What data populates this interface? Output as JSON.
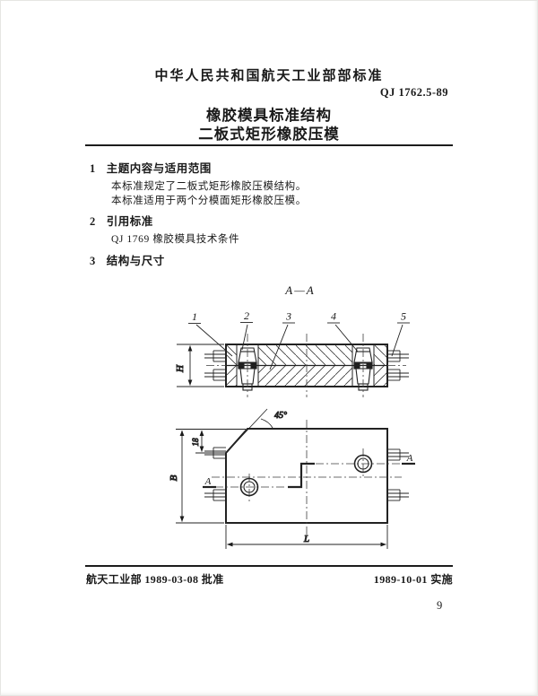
{
  "header": {
    "org_line": "中华人民共和国航天工业部部标准",
    "doc_number": "QJ 1762.5-89",
    "title_line1": "橡胶模具标准结构",
    "title_line2": "二板式矩形橡胶压模"
  },
  "sections": [
    {
      "num": "1",
      "heading": "主题内容与适用范围",
      "paragraphs": [
        "本标准规定了二板式矩形橡胶压模结构。",
        "本标准适用于两个分模面矩形橡胶压模。"
      ]
    },
    {
      "num": "2",
      "heading": "引用标准",
      "paragraphs": [
        "QJ 1769  橡胶模具技术条件"
      ]
    },
    {
      "num": "3",
      "heading": "结构与尺寸",
      "paragraphs": []
    }
  ],
  "figure": {
    "section_label": "A—A",
    "part_numbers": [
      "1",
      "2",
      "3",
      "4",
      "5"
    ],
    "dim_labels": {
      "H": "H",
      "B": "B",
      "L": "L",
      "angle": "45°",
      "chamfer": "18"
    },
    "cut_label": "A"
  },
  "footer": {
    "approval": "航天工业部 1989-03-08 批准",
    "implementation": "1989-10-01 实施",
    "page_number": "9"
  },
  "colors": {
    "paper": "#ffffff",
    "ink": "#1a1a1a"
  }
}
